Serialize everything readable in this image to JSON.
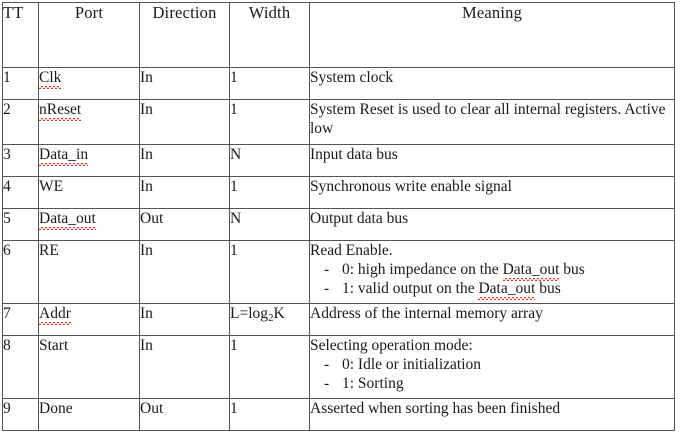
{
  "table": {
    "headers": [
      "TT",
      "Port",
      "Direction",
      "Width",
      "Meaning"
    ],
    "rows": [
      {
        "tt": "1",
        "port": "Clk",
        "port_misspelled": true,
        "direction": "In",
        "width": "1",
        "meaning": "System clock"
      },
      {
        "tt": "2",
        "port": "nReset",
        "port_misspelled": true,
        "direction": "In",
        "width": "1",
        "meaning": "System Reset is used to clear all internal registers. Active low"
      },
      {
        "tt": "3",
        "port": "Data_in",
        "port_misspelled": true,
        "direction": "In",
        "width": "N",
        "meaning": "Input data bus"
      },
      {
        "tt": "4",
        "port": "WE",
        "port_misspelled": false,
        "direction": "In",
        "width": "1",
        "meaning": "Synchronous write enable signal"
      },
      {
        "tt": "5",
        "port": "Data_out",
        "port_misspelled": true,
        "direction": "Out",
        "width": "N",
        "meaning": "Output data bus"
      },
      {
        "tt": "6",
        "port": "RE",
        "port_misspelled": false,
        "direction": "In",
        "width": "1",
        "meaning_head": "Read Enable.",
        "bullets": [
          {
            "marker": "-",
            "pre": "0: high impedance on the ",
            "token": "Data_out",
            "post": " bus"
          },
          {
            "marker": "-",
            "pre": "1: valid output on the ",
            "token": "Data_out",
            "post": " bus"
          }
        ]
      },
      {
        "tt": "7",
        "port": "Addr",
        "port_misspelled": true,
        "direction": "In",
        "width_rich": {
          "pre": "L=log",
          "sub": "2",
          "post": "K"
        },
        "meaning": "Address of the internal memory array"
      },
      {
        "tt": "8",
        "port": "Start",
        "port_misspelled": false,
        "direction": "In",
        "width": "1",
        "meaning_head": "Selecting operation mode:",
        "bullets": [
          {
            "marker": "-",
            "pre": "0: Idle or initialization",
            "token": "",
            "post": ""
          },
          {
            "marker": "-",
            "pre": "1: Sorting",
            "token": "",
            "post": ""
          }
        ]
      },
      {
        "tt": "9",
        "port": "Done",
        "port_misspelled": false,
        "direction": "Out",
        "width": "1",
        "meaning": "Asserted when sorting has been finished"
      }
    ]
  },
  "colors": {
    "spellcheck_underline": "#e03030",
    "border": "#555555",
    "text": "#1a1a1a",
    "background": "#ffffff"
  }
}
